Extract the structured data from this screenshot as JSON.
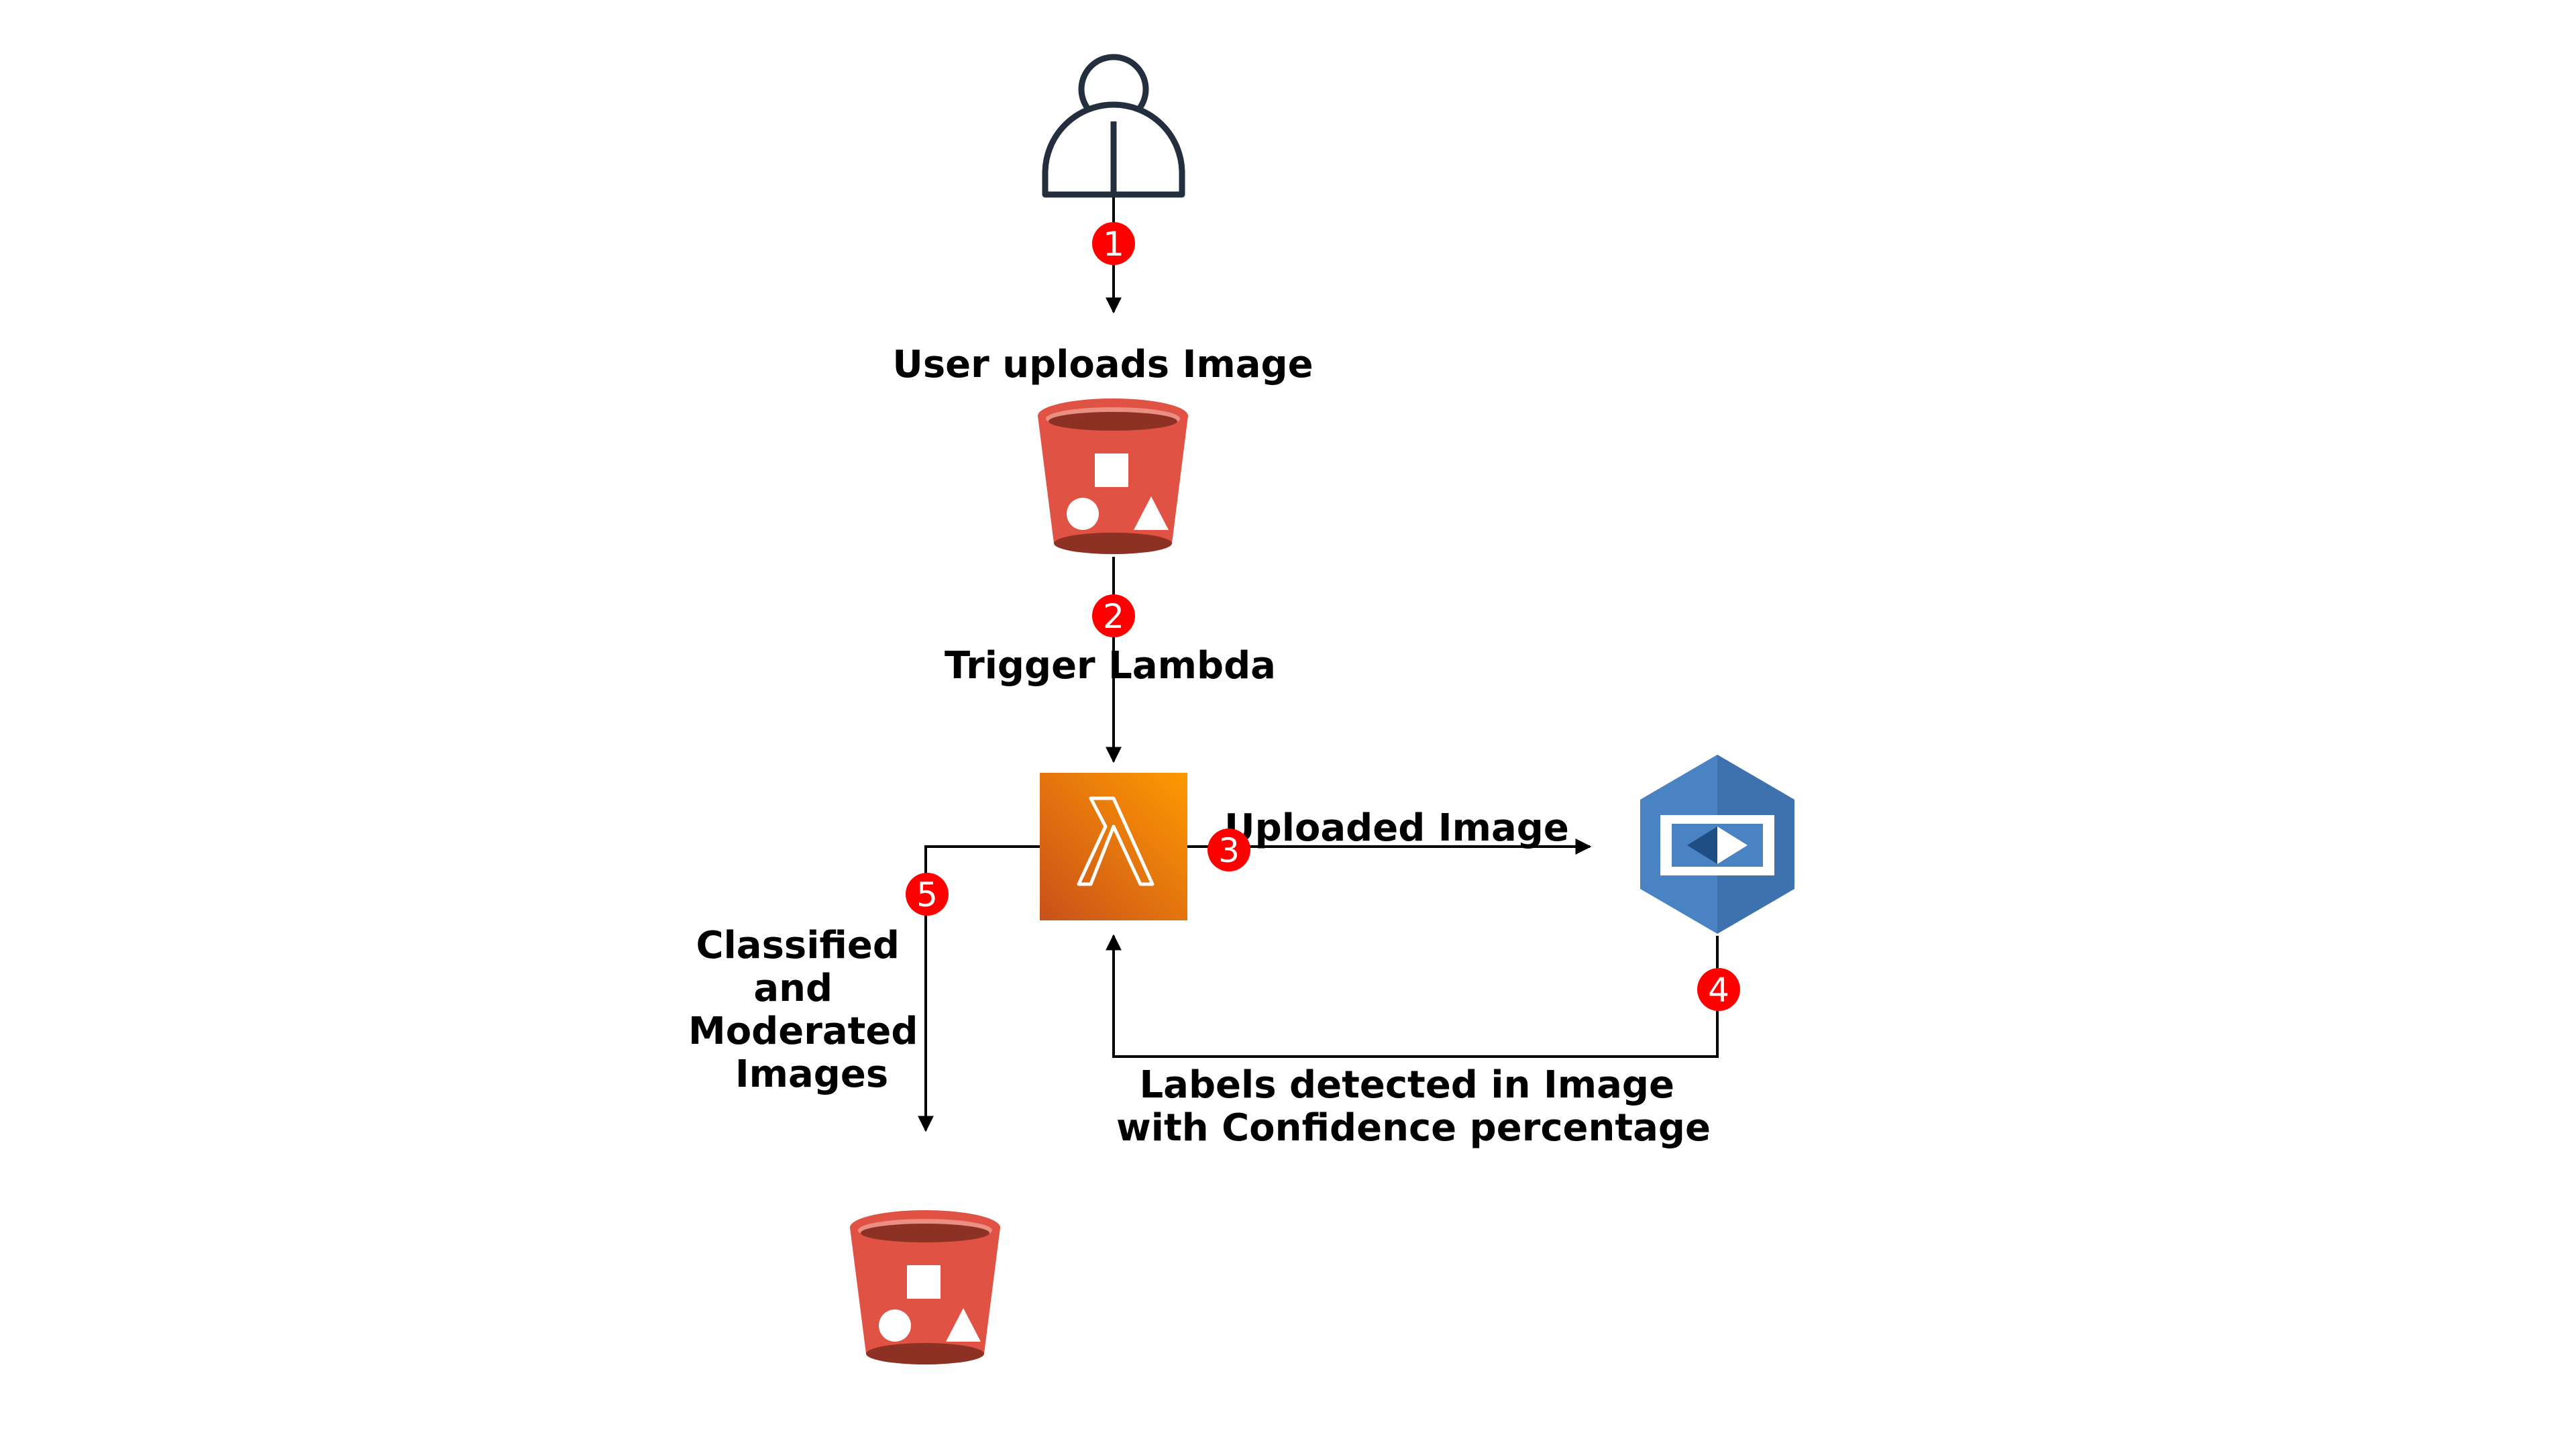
{
  "colors": {
    "s3_red": "#E05243",
    "s3_dark": "#8C3123",
    "lambda_orange": "#ED7100",
    "rekognition_blue": "#4A83C4",
    "badge_red": "#FF0000",
    "user_outline": "#232F3E",
    "edge": "#000000"
  },
  "nodes": {
    "user": {
      "icon": "user-icon"
    },
    "upload_bucket": {
      "icon": "s3-bucket-icon"
    },
    "lambda": {
      "icon": "lambda-icon"
    },
    "rekognition": {
      "icon": "rekognition-icon"
    },
    "output_bucket": {
      "icon": "s3-bucket-icon"
    }
  },
  "steps": [
    {
      "number": "1",
      "label": "User uploads Image"
    },
    {
      "number": "2",
      "label": "Trigger Lambda"
    },
    {
      "number": "3",
      "label": "Uploaded Image"
    },
    {
      "number": "4",
      "label_lines": [
        "Labels  detected in Image",
        "with Confidence percentage"
      ]
    },
    {
      "number": "5",
      "label_lines": [
        "Classified",
        "and",
        "Moderated",
        "Images"
      ]
    }
  ]
}
